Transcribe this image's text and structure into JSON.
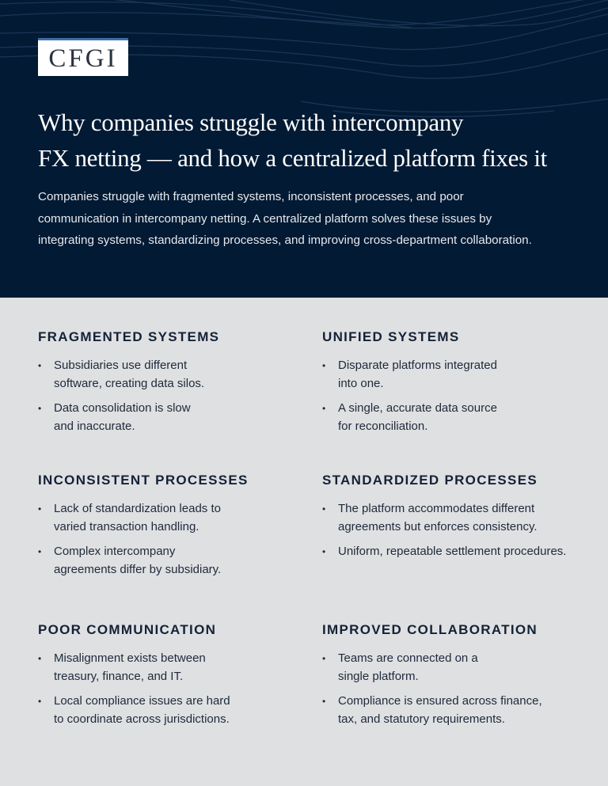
{
  "brand": {
    "logo_text": "CFGI",
    "colors": {
      "hero_background": "#021a33",
      "content_background": "#dfe0e2",
      "logo_accent": "#3f6ea8",
      "heading_text": "#142236"
    }
  },
  "hero": {
    "title_lines": [
      "Why companies struggle with intercompany",
      "FX netting — and how a centralized platform fixes it"
    ],
    "intro_lines": [
      "Companies struggle with fragmented systems, inconsistent processes, and poor",
      "communication in intercompany netting. A centralized platform solves these issues by",
      "integrating systems, standardizing processes, and improving cross-department collaboration."
    ]
  },
  "sections": {
    "fragmented_systems": {
      "heading": "FRAGMENTED SYSTEMS",
      "items": [
        {
          "lines": [
            "Subsidiaries use different",
            "software, creating data silos."
          ]
        },
        {
          "lines": [
            "Data consolidation is slow",
            "and inaccurate."
          ]
        }
      ]
    },
    "unified_systems": {
      "heading": "UNIFIED SYSTEMS",
      "items": [
        {
          "lines": [
            "Disparate platforms integrated",
            "into one."
          ]
        },
        {
          "lines": [
            "A single, accurate data source",
            "for reconciliation."
          ]
        }
      ]
    },
    "inconsistent_processes": {
      "heading": "INCONSISTENT PROCESSES",
      "items": [
        {
          "lines": [
            "Lack of standardization leads to",
            "varied transaction handling."
          ]
        },
        {
          "lines": [
            "Complex intercompany",
            "agreements differ by subsidiary."
          ]
        }
      ]
    },
    "standardized_processes": {
      "heading": "STANDARDIZED PROCESSES",
      "items": [
        {
          "lines": [
            "The platform accommodates different",
            "agreements but enforces consistency."
          ]
        },
        {
          "lines": [
            "Uniform, repeatable settlement procedures."
          ]
        }
      ]
    },
    "poor_communication": {
      "heading": "POOR COMMUNICATION",
      "items": [
        {
          "lines": [
            "Misalignment exists between",
            "treasury, finance, and IT."
          ]
        },
        {
          "lines": [
            "Local compliance issues are hard",
            "to coordinate across jurisdictions."
          ]
        }
      ]
    },
    "improved_collaboration": {
      "heading": "IMPROVED COLLABORATION",
      "items": [
        {
          "lines": [
            "Teams are connected on a",
            "single platform."
          ]
        },
        {
          "lines": [
            "Compliance is ensured across finance,",
            "tax, and statutory requirements."
          ]
        }
      ]
    }
  },
  "bullet_glyph": "•"
}
